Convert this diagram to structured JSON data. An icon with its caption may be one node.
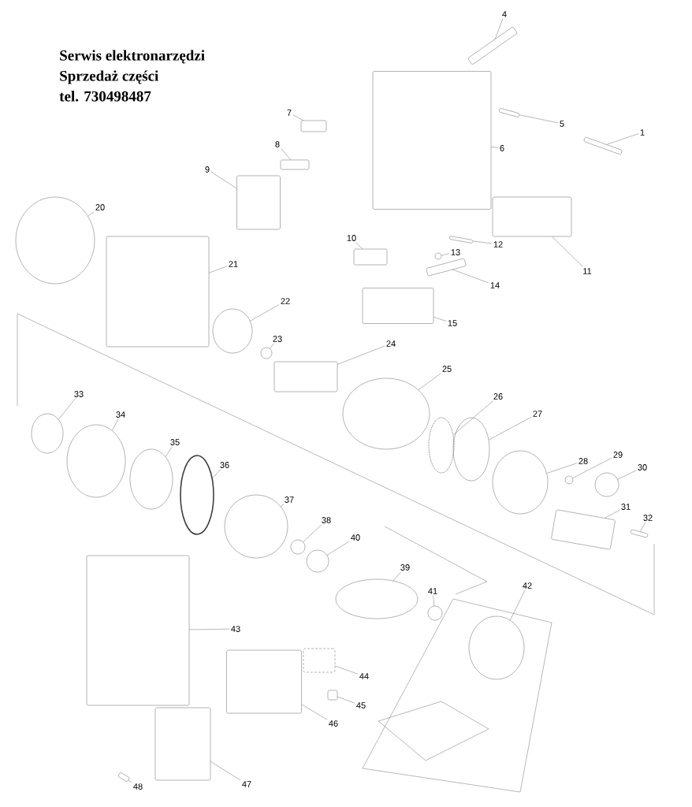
{
  "diagram": {
    "nodes": [
      {
        "text": [
          "1"
        ]
      },
      {
        "text": [
          "4"
        ]
      },
      {
        "text": [
          "5"
        ]
      },
      {
        "text": [
          "6"
        ]
      },
      {
        "text": [
          "7"
        ]
      },
      {
        "text": [
          "8"
        ]
      },
      {
        "text": [
          "9"
        ]
      },
      {
        "text": [
          "10"
        ]
      },
      {
        "text": [
          "11"
        ]
      },
      {
        "text": [
          "12"
        ]
      },
      {
        "text": [
          "13"
        ]
      },
      {
        "text": [
          "14"
        ]
      },
      {
        "text": [
          "15"
        ]
      },
      {
        "text": [
          "20"
        ]
      },
      {
        "text": [
          "21"
        ]
      },
      {
        "text": [
          "22"
        ]
      },
      {
        "text": [
          "23"
        ]
      },
      {
        "text": [
          "24"
        ]
      },
      {
        "text": [
          "25"
        ]
      },
      {
        "text": [
          "26"
        ]
      },
      {
        "text": [
          "27"
        ]
      },
      {
        "text": [
          "28"
        ]
      },
      {
        "text": [
          "29"
        ]
      },
      {
        "text": [
          "30"
        ]
      },
      {
        "text": [
          "31"
        ]
      },
      {
        "text": [
          "32"
        ]
      },
      {
        "text": [
          "33"
        ]
      },
      {
        "text": [
          "34"
        ]
      },
      {
        "text": [
          "35"
        ]
      },
      {
        "text": [
          "36"
        ]
      },
      {
        "text": [
          "37"
        ]
      },
      {
        "text": [
          "38"
        ]
      },
      {
        "text": [
          "39"
        ]
      },
      {
        "text": [
          "40"
        ]
      },
      {
        "text": [
          "41"
        ]
      },
      {
        "text": [
          "42"
        ]
      },
      {
        "text": [
          "43"
        ]
      },
      {
        "text": [
          "44"
        ]
      },
      {
        "text": [
          "45"
        ]
      },
      {
        "text": [
          "46"
        ]
      },
      {
        "text": [
          "47"
        ]
      },
      {
        "text": [
          "48"
        ]
      },
      {
        "text": [],
        "shape": "box"
      },
      {
        "text": [],
        "shape": "box"
      },
      {
        "text": [],
        "shape": "box"
      },
      {
        "text": [],
        "shape": "box"
      },
      {
        "text": [],
        "shape": "box"
      },
      {
        "text": [],
        "shape": "box"
      },
      {
        "text": [],
        "shape": "box"
      },
      {
        "text": [],
        "shape": "box"
      },
      {
        "text": [],
        "shape": "box"
      },
      {
        "text": [],
        "shape": "box"
      },
      {
        "text": [],
        "shape": "circle"
      },
      {
        "text": [],
        "shape": "box"
      },
      {
        "text": [],
        "shape": "box"
      },
      {
        "text": [],
        "shape": "circle"
      },
      {
        "text": [],
        "shape": "box"
      },
      {
        "text": [],
        "shape": "circle"
      },
      {
        "text": [],
        "shape": "circle"
      },
      {
        "text": [],
        "shape": "box"
      },
      {
        "text": [],
        "shape": "circle"
      },
      {
        "text": [],
        "shape": "circle"
      },
      {
        "text": [],
        "shape": "circle"
      },
      {
        "text": [],
        "shape": "circle"
      },
      {
        "text": [],
        "shape": "circle"
      },
      {
        "text": [],
        "shape": "circle"
      },
      {
        "text": [],
        "shape": "box"
      },
      {
        "text": [],
        "shape": "box"
      },
      {
        "text": [],
        "shape": "circle"
      },
      {
        "text": [],
        "shape": "circle"
      },
      {
        "text": [],
        "shape": "circle"
      },
      {
        "text": [],
        "shape": "circle"
      },
      {
        "text": [],
        "shape": "circle"
      },
      {
        "text": [],
        "shape": "circle"
      },
      {
        "text": [],
        "shape": "circle"
      },
      {
        "text": [],
        "shape": "circle"
      },
      {
        "text": [],
        "shape": "circle"
      },
      {
        "text": [],
        "shape": "circle"
      },
      {
        "text": [],
        "shape": "box"
      },
      {
        "text": [],
        "shape": "box"
      },
      {
        "text": [],
        "shape": "box"
      },
      {
        "text": [],
        "shape": "box"
      },
      {
        "text": [],
        "shape": "box"
      },
      {
        "text": [],
        "shape": "box"
      }
    ],
    "edges": [
      {
        "from": 0,
        "to": 42,
        "arrow": "none"
      },
      {
        "from": 1,
        "to": 43,
        "arrow": "none"
      },
      {
        "from": 2,
        "to": 44,
        "arrow": "none"
      },
      {
        "from": 3,
        "to": 45,
        "arrow": "none"
      },
      {
        "from": 4,
        "to": 46,
        "arrow": "none"
      },
      {
        "from": 5,
        "to": 47,
        "arrow": "none"
      },
      {
        "from": 6,
        "to": 48,
        "arrow": "none"
      },
      {
        "from": 7,
        "to": 49,
        "arrow": "none"
      },
      {
        "from": 8,
        "to": 50,
        "arrow": "none"
      },
      {
        "from": 9,
        "to": 51,
        "arrow": "none"
      },
      {
        "from": 10,
        "to": 52,
        "arrow": "none"
      },
      {
        "from": 11,
        "to": 53,
        "arrow": "none"
      },
      {
        "from": 12,
        "to": 54,
        "arrow": "none"
      },
      {
        "from": 13,
        "to": 55,
        "arrow": "none"
      },
      {
        "from": 14,
        "to": 56,
        "arrow": "none"
      },
      {
        "from": 15,
        "to": 57,
        "arrow": "none"
      },
      {
        "from": 16,
        "to": 58,
        "arrow": "none"
      },
      {
        "from": 17,
        "to": 59,
        "arrow": "none"
      },
      {
        "from": 18,
        "to": 60,
        "arrow": "none"
      },
      {
        "from": 19,
        "to": 61,
        "arrow": "none"
      },
      {
        "from": 20,
        "to": 62,
        "arrow": "none"
      },
      {
        "from": 21,
        "to": 63,
        "arrow": "none"
      },
      {
        "from": 22,
        "to": 64,
        "arrow": "none"
      },
      {
        "from": 23,
        "to": 65,
        "arrow": "none"
      },
      {
        "from": 24,
        "to": 66,
        "arrow": "none"
      },
      {
        "from": 25,
        "to": 67,
        "arrow": "none"
      },
      {
        "from": 26,
        "to": 68,
        "arrow": "none"
      },
      {
        "from": 27,
        "to": 69,
        "arrow": "none"
      },
      {
        "from": 28,
        "to": 70,
        "arrow": "none"
      },
      {
        "from": 29,
        "to": 71,
        "arrow": "none"
      },
      {
        "from": 30,
        "to": 72,
        "arrow": "none"
      },
      {
        "from": 31,
        "to": 73,
        "arrow": "none"
      },
      {
        "from": 32,
        "to": 74,
        "arrow": "none"
      },
      {
        "from": 33,
        "to": 75,
        "arrow": "none"
      },
      {
        "from": 34,
        "to": 76,
        "arrow": "none"
      },
      {
        "from": 35,
        "to": 77,
        "arrow": "none"
      },
      {
        "from": 36,
        "to": 78,
        "arrow": "none"
      },
      {
        "from": 37,
        "to": 79,
        "arrow": "none"
      },
      {
        "from": 38,
        "to": 80,
        "arrow": "none"
      },
      {
        "from": 39,
        "to": 81,
        "arrow": "none"
      },
      {
        "from": 40,
        "to": 82,
        "arrow": "none"
      },
      {
        "from": 41,
        "to": 83,
        "arrow": "none"
      }
    ],
    "labels": [
      "Serwis elektronarzędzi",
      "Sprzedaż części",
      "tel. 730498487"
    ]
  }
}
